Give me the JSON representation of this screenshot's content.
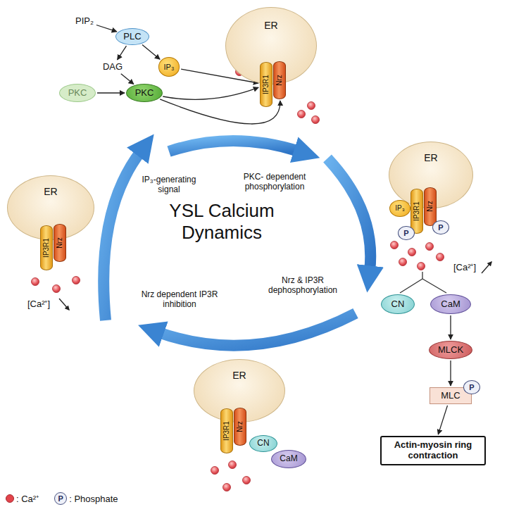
{
  "diagram": {
    "title": "YSL Calcium Dynamics",
    "nodes": [
      {
        "text": [
          "PIP₂"
        ]
      },
      {
        "text": [
          "PLC"
        ]
      },
      {
        "text": [
          "DAG"
        ]
      },
      {
        "text": [
          "IP₃"
        ]
      },
      {
        "text": [
          "PKC"
        ]
      },
      {
        "text": [
          "PKC"
        ]
      },
      {
        "text": [
          "ER"
        ]
      },
      {
        "text": [
          "IP3R1"
        ],
        "in": 6
      },
      {
        "text": [
          "Nrz"
        ],
        "in": 6
      },
      {
        "text": [
          "ER"
        ]
      },
      {
        "text": [
          "IP₃"
        ],
        "in": 9
      },
      {
        "text": [
          "IP3R1"
        ],
        "in": 9
      },
      {
        "text": [
          "Nrz"
        ],
        "in": 9
      },
      {
        "text": [
          "P"
        ],
        "in": 9
      },
      {
        "text": [
          "P"
        ],
        "in": 9
      },
      {
        "text": [
          "CN"
        ]
      },
      {
        "text": [
          "CaM"
        ]
      },
      {
        "text": [
          "MLCK"
        ]
      },
      {
        "text": [
          "MLC"
        ]
      },
      {
        "text": [
          "P"
        ],
        "in": 18
      },
      {
        "text": [
          "Actin-myosin ring contraction"
        ]
      },
      {
        "text": [
          "ER"
        ]
      },
      {
        "text": [
          "IP3R1"
        ],
        "in": 21
      },
      {
        "text": [
          "Nrz"
        ],
        "in": 21
      },
      {
        "text": [
          "CN"
        ]
      },
      {
        "text": [
          "CaM"
        ]
      },
      {
        "text": [
          "ER"
        ]
      },
      {
        "text": [
          "IP3R1"
        ],
        "in": 26
      },
      {
        "text": [
          "Nrz"
        ],
        "in": 26
      }
    ],
    "edges": [
      {
        "from": 0,
        "to": 1,
        "arrow": "to"
      },
      {
        "from": 1,
        "to": 2,
        "arrow": "to"
      },
      {
        "from": 1,
        "to": 3,
        "arrow": "to"
      },
      {
        "from": 2,
        "to": 5,
        "arrow": "to"
      },
      {
        "from": 4,
        "to": 5,
        "arrow": "to"
      },
      {
        "from": 3,
        "to": 7,
        "arrow": "to"
      },
      {
        "from": 5,
        "to": 7,
        "arrow": "to"
      },
      {
        "from": 5,
        "to": 8,
        "arrow": "to"
      },
      {
        "from": 16,
        "to": 17,
        "arrow": "to"
      },
      {
        "from": 17,
        "to": 18,
        "arrow": "to"
      },
      {
        "from": 18,
        "to": 20,
        "arrow": "to"
      }
    ],
    "labels": [
      "IP₃-generating signal",
      "PKC- dependent phosphorylation",
      "Nrz & IP3R dephosphorylation",
      "Nrz dependent IP3R inhibition",
      "[Ca²⁺]",
      "[Ca²⁺]",
      "P"
    ],
    "legend": [
      {
        "text": ": Ca²⁺",
        "color": "#e2444b"
      },
      {
        "text": ": Phosphate"
      }
    ]
  }
}
